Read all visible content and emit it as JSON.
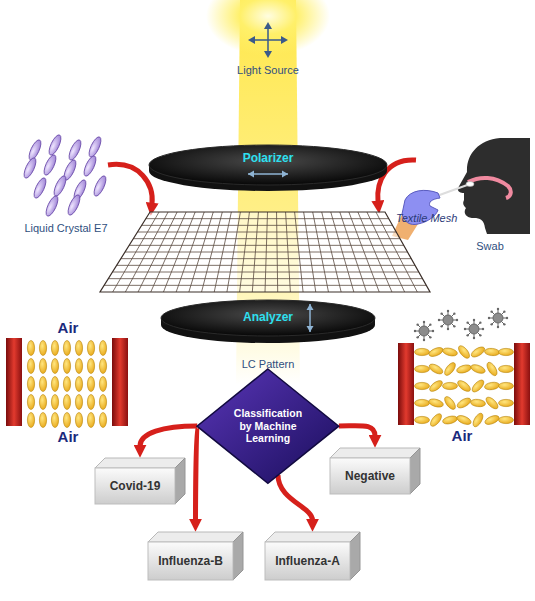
{
  "diagram": {
    "nodes": [
      {
        "text": [
          "Polarizer"
        ]
      },
      {
        "text": [
          "Textile Mesh"
        ]
      },
      {
        "text": [
          "Analyzer"
        ]
      },
      {
        "text": [
          "Classification by Machine Learning"
        ]
      },
      {
        "text": [
          "Covid-19"
        ]
      },
      {
        "text": [
          "Negative"
        ]
      },
      {
        "text": [
          "Influenza-B"
        ]
      },
      {
        "text": [
          "Influenza-A"
        ]
      }
    ],
    "edges": [
      {
        "from": 3,
        "to": 4,
        "arrow": "to"
      },
      {
        "from": 3,
        "to": 5,
        "arrow": "to"
      },
      {
        "from": 3,
        "to": 6,
        "arrow": "to"
      },
      {
        "from": 3,
        "to": 7,
        "arrow": "to"
      }
    ],
    "labels": [
      "Light Source",
      "Liquid Crystal E7",
      "Swab",
      "Air",
      "LC Pattern",
      "Air",
      "Air"
    ]
  }
}
